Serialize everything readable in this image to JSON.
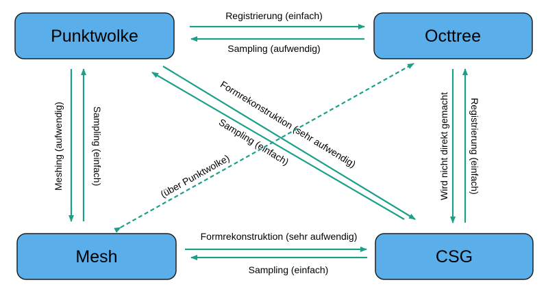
{
  "diagram": {
    "accent_color": "#1a9f89",
    "node_color": "#5aaeea",
    "nodes": {
      "punktwolke": "Punktwolke",
      "octtree": "Octtree",
      "mesh": "Mesh",
      "csg": "CSG"
    },
    "edges": {
      "pw_to_oct": "Registrierung (einfach)",
      "oct_to_pw": "Sampling (aufwendig)",
      "pw_to_mesh": "Meshing (aufwendig)",
      "mesh_to_pw": "Sampling (einfach)",
      "pw_to_csg": "Formrekonstruktion (sehr aufwendig)",
      "csg_to_pw": "Sampling (einfach)",
      "mesh_oct": "(über Punktwolke)",
      "oct_to_csg": "Wird nicht direkt gemacht",
      "csg_to_oct": "Registrierung (einfach)",
      "mesh_to_csg": "Formrekonstruktion (sehr aufwendig)",
      "csg_to_mesh": "Sampling (einfach)"
    }
  }
}
